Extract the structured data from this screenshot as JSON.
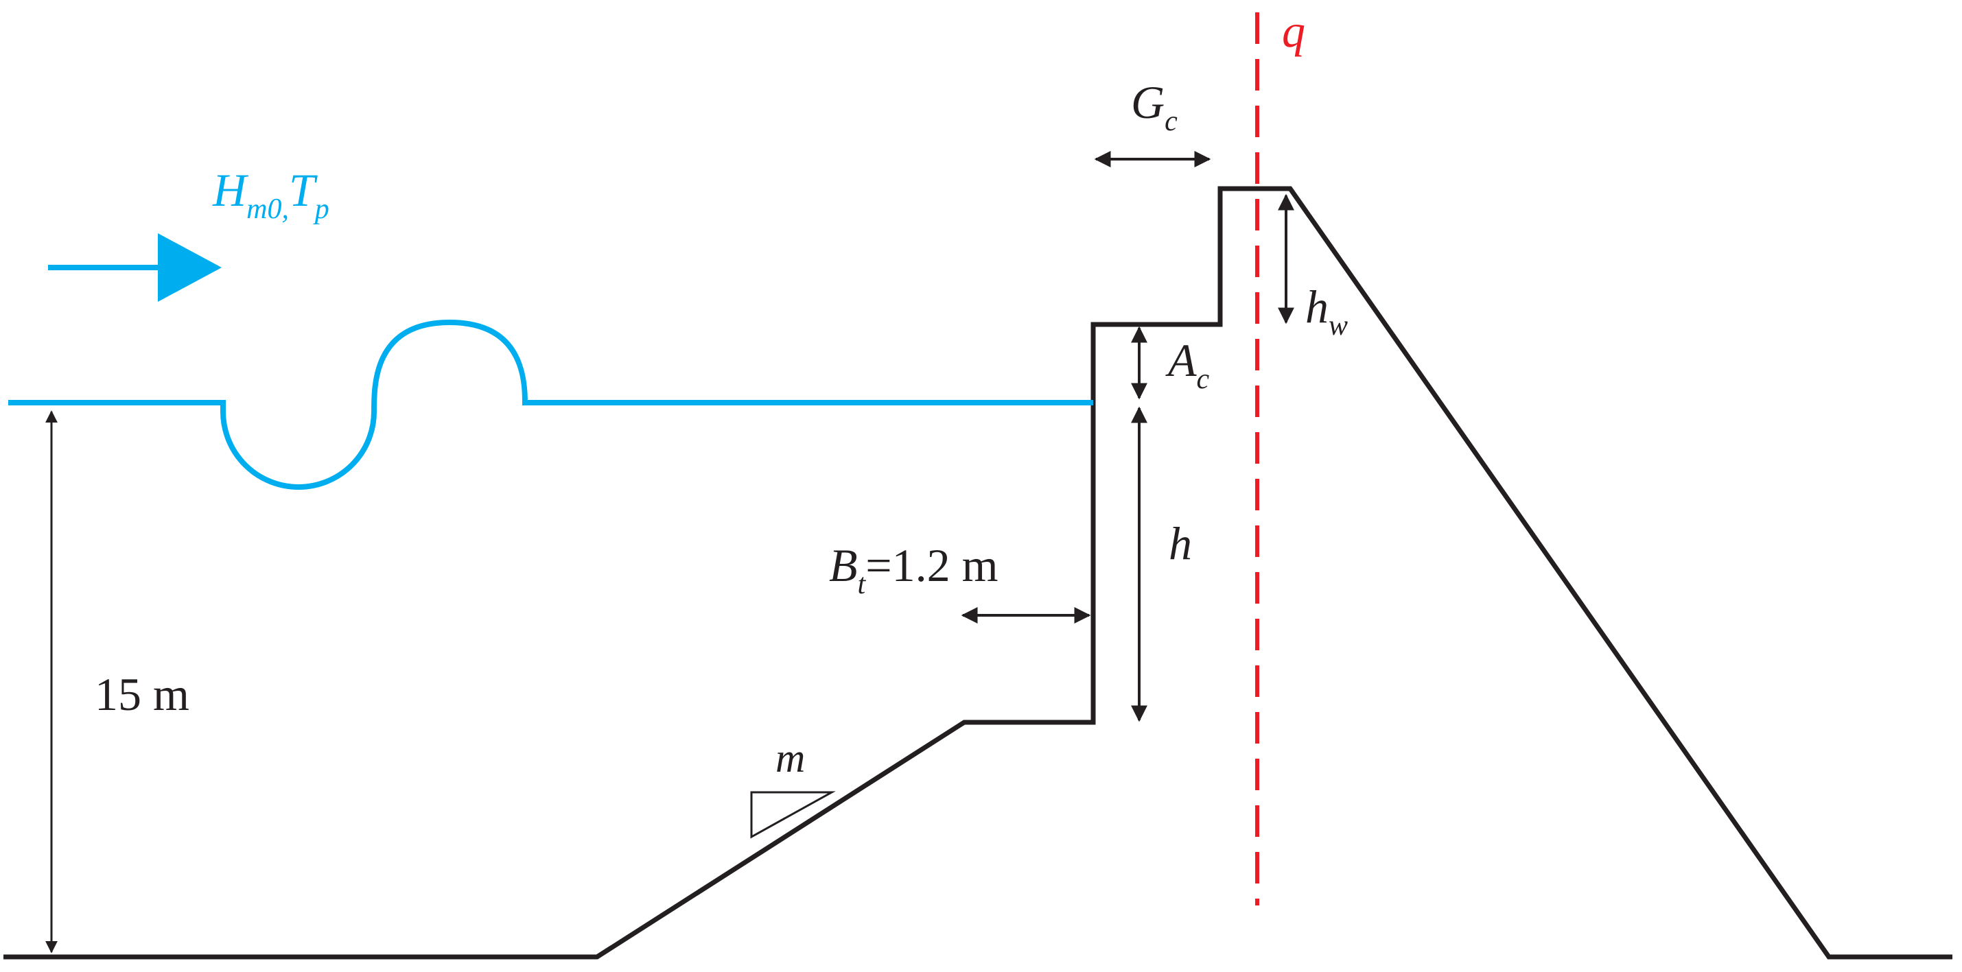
{
  "colors": {
    "water": "#00aeef",
    "structure": "#231f20",
    "overtopping": "#ed1c24"
  },
  "labels": {
    "wave": {
      "base1": "H",
      "sub1": "m0,",
      "base2": "T",
      "sub2": "p"
    },
    "overtopping": "q",
    "crest_width": {
      "base": "G",
      "sub": "c"
    },
    "wall_height": {
      "base": "h",
      "sub": "w"
    },
    "freeboard": {
      "base": "A",
      "sub": "c"
    },
    "depth": "h",
    "berm_width": {
      "base": "B",
      "sub": "t",
      "rest": "=1.2 m"
    },
    "water_depth": "15 m",
    "slope": "m"
  }
}
